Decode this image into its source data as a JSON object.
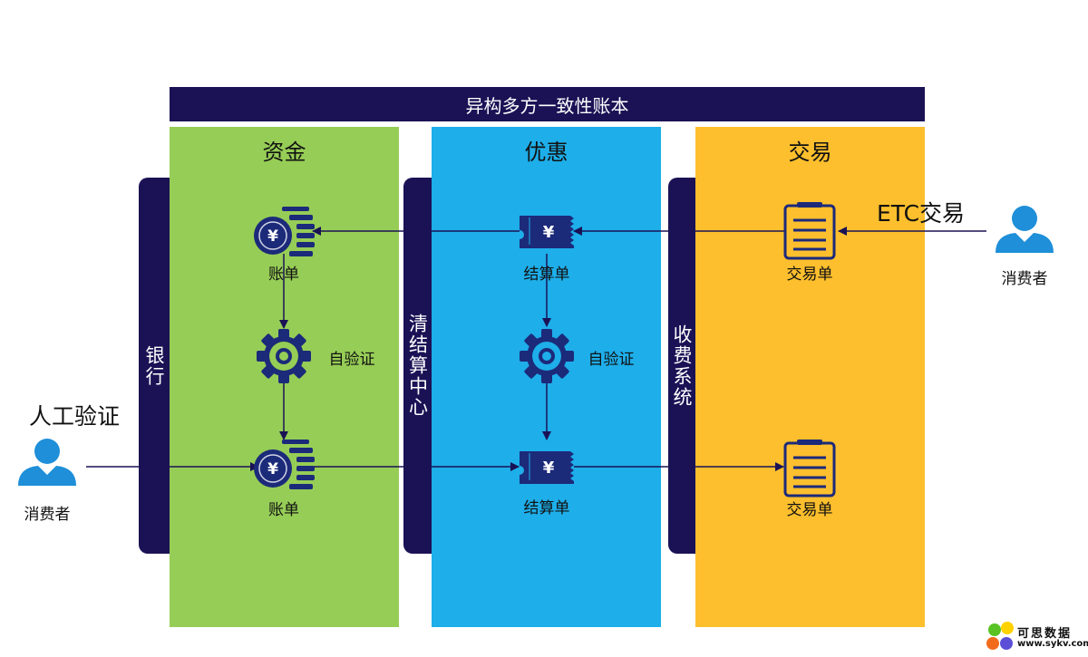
{
  "title": "异构多方一致性账本",
  "columns": [
    {
      "label": "资金",
      "color": "#96cd56"
    },
    {
      "label": "优惠",
      "color": "#1eaeea"
    },
    {
      "label": "交易",
      "color": "#fdbf2d"
    }
  ],
  "side_bars": [
    "银行",
    "清结算中心",
    "收费系统"
  ],
  "nodes": {
    "bill_top": "账单",
    "bill_bottom": "账单",
    "settle_top": "结算单",
    "settle_bottom": "结算单",
    "trade_top": "交易单",
    "trade_bottom": "交易单",
    "verify_left": "自验证",
    "verify_right": "自验证"
  },
  "actors": {
    "right_consumer": "消费者",
    "left_consumer": "消费者",
    "etc_label": "ETC交易",
    "manual_label": "人工验证"
  },
  "watermark": {
    "name": "可思数据",
    "url": "www.sykv.com"
  },
  "colors": {
    "navy": "#1a1255",
    "icon": "#1c2a7a",
    "person": "#1e8fd8"
  }
}
